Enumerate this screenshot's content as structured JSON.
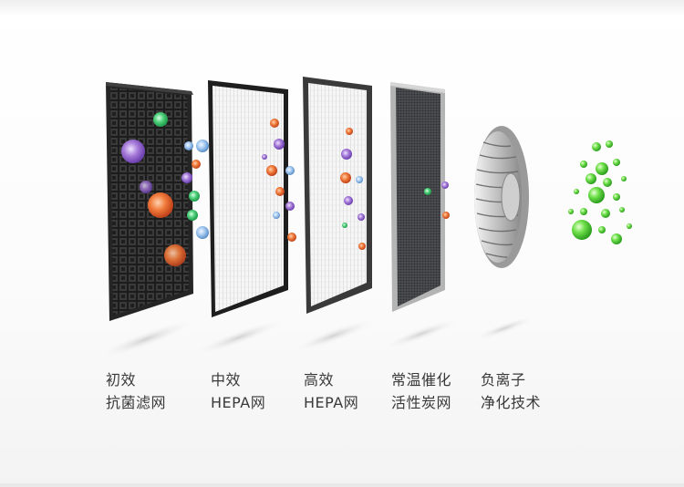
{
  "captions": [
    {
      "line1": "初效",
      "line2": "抗菌滤网"
    },
    {
      "line1": "中效",
      "line2": "HEPA网"
    },
    {
      "line1": "高效",
      "line2": "HEPA网"
    },
    {
      "line1": "常温催化",
      "line2": "活性炭网"
    },
    {
      "line1": "负离子",
      "line2": "净化技术"
    }
  ],
  "colors": {
    "pre_filter_frame": "#2b2b2b",
    "hepa_frame": "#1e1e1e",
    "hepa_media": "#f4f4f4",
    "carbon_frame": "#9a9a9a",
    "carbon_media": "#3d3f42",
    "germ_purple": "#8a5cc8",
    "germ_orange": "#e8622a",
    "germ_green": "#3fbf6a",
    "germ_blue": "#6fa8dc",
    "ion_green": "#5cd13a",
    "caption_text": "#3a3a3a"
  },
  "icons": [
    "bacteria-icon",
    "fan-wheel-icon",
    "negative-ion-icon"
  ]
}
